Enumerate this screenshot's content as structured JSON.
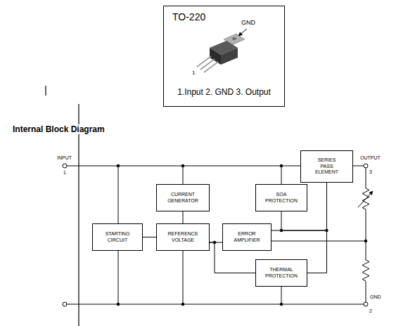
{
  "diagram": {
    "title": "Internal Block Diagram",
    "nodes": [
      {
        "text": [
          "TO-220",
          "1.Input 2. GND 3. Output"
        ]
      },
      {
        "text": [
          "SERIES PASS ELEMENT"
        ]
      },
      {
        "text": [
          "CURRENT GENERATOR"
        ]
      },
      {
        "text": [
          "SOA PROTECTION"
        ]
      },
      {
        "text": [
          "STARTING CIRCUIT"
        ]
      },
      {
        "text": [
          "REFERENCE VOLTAGE"
        ]
      },
      {
        "text": [
          "ERROR AMPLIFIER"
        ]
      },
      {
        "text": [
          "THERMAL PROTECTION"
        ]
      }
    ],
    "edges": [
      {
        "from": 4,
        "to": 5,
        "arrow": "none"
      },
      {
        "from": 2,
        "to": 5,
        "arrow": "none"
      },
      {
        "from": 5,
        "to": 6,
        "arrow": "none"
      },
      {
        "from": 5,
        "to": 7,
        "arrow": "none"
      },
      {
        "from": 3,
        "to": 1,
        "arrow": "none"
      },
      {
        "from": 6,
        "to": 1,
        "arrow": "none"
      },
      {
        "from": 7,
        "to": 1,
        "arrow": "none"
      }
    ],
    "labels": [
      "GND",
      "1",
      "INPUT",
      "1",
      "OUTPUT",
      "3",
      "GND",
      "2"
    ]
  }
}
